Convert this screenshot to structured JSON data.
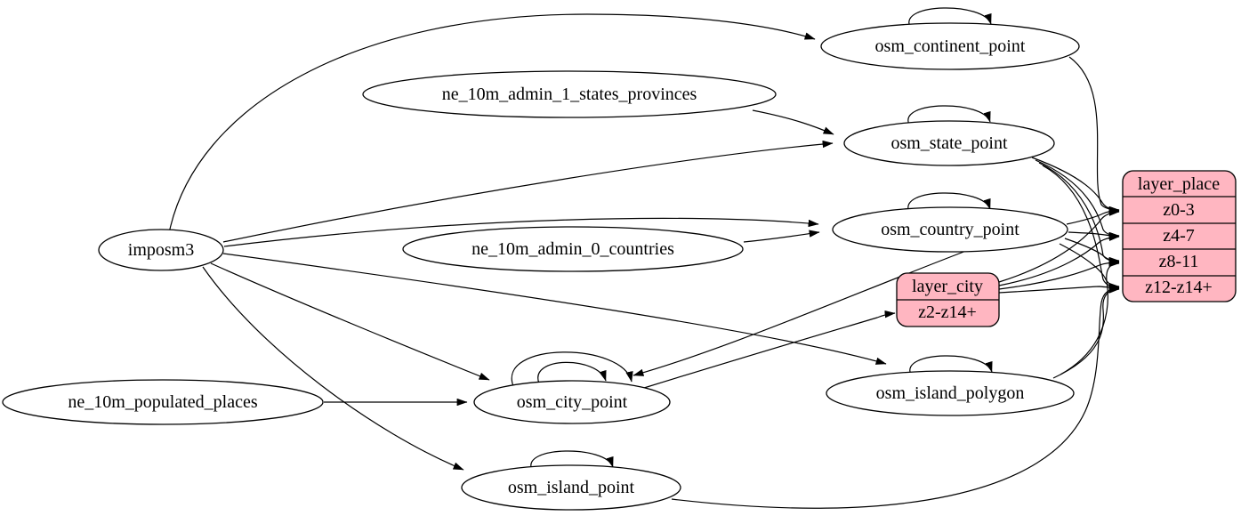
{
  "colors": {
    "background": "#ffffff",
    "node_fill": "#ffffff",
    "record_fill": "#ffb6c1",
    "stroke": "#000000"
  },
  "nodes": {
    "imposm3": {
      "label": "imposm3",
      "type": "source"
    },
    "ne_10m_admin_1_states_provinces": {
      "label": "ne_10m_admin_1_states_provinces",
      "type": "source"
    },
    "ne_10m_admin_0_countries": {
      "label": "ne_10m_admin_0_countries",
      "type": "source"
    },
    "ne_10m_populated_places": {
      "label": "ne_10m_populated_places",
      "type": "source"
    },
    "osm_continent_point": {
      "label": "osm_continent_point",
      "type": "table"
    },
    "osm_state_point": {
      "label": "osm_state_point",
      "type": "table"
    },
    "osm_country_point": {
      "label": "osm_country_point",
      "type": "table"
    },
    "osm_city_point": {
      "label": "osm_city_point",
      "type": "table"
    },
    "osm_island_polygon": {
      "label": "osm_island_polygon",
      "type": "table"
    },
    "osm_island_point": {
      "label": "osm_island_point",
      "type": "table"
    },
    "layer_city": {
      "label": "layer_city",
      "type": "record",
      "rows": [
        "z2-z14+"
      ]
    },
    "layer_place": {
      "label": "layer_place",
      "type": "record",
      "rows": [
        "z0-3",
        "z4-7",
        "z8-11",
        "z12-z14+"
      ]
    }
  },
  "edges": [
    {
      "from": "imposm3",
      "to": "osm_continent_point"
    },
    {
      "from": "imposm3",
      "to": "osm_state_point"
    },
    {
      "from": "imposm3",
      "to": "osm_country_point"
    },
    {
      "from": "imposm3",
      "to": "osm_city_point"
    },
    {
      "from": "imposm3",
      "to": "osm_island_polygon"
    },
    {
      "from": "imposm3",
      "to": "osm_island_point"
    },
    {
      "from": "ne_10m_admin_1_states_provinces",
      "to": "osm_state_point"
    },
    {
      "from": "ne_10m_admin_0_countries",
      "to": "osm_country_point"
    },
    {
      "from": "ne_10m_populated_places",
      "to": "osm_city_point"
    },
    {
      "from": "osm_country_point",
      "to": "osm_city_point"
    },
    {
      "from": "osm_continent_point",
      "to": "osm_continent_point",
      "self_loop": true
    },
    {
      "from": "osm_state_point",
      "to": "osm_state_point",
      "self_loop": true
    },
    {
      "from": "osm_country_point",
      "to": "osm_country_point",
      "self_loop": true
    },
    {
      "from": "osm_city_point",
      "to": "osm_city_point",
      "self_loop": true
    },
    {
      "from": "osm_city_point",
      "to": "osm_city_point",
      "self_loop": true
    },
    {
      "from": "osm_island_polygon",
      "to": "osm_island_polygon",
      "self_loop": true
    },
    {
      "from": "osm_island_point",
      "to": "osm_island_point",
      "self_loop": true
    },
    {
      "from": "osm_city_point",
      "to": "layer_city",
      "to_port": "z2-z14+"
    },
    {
      "from": "osm_continent_point",
      "to": "layer_place",
      "to_port": "z0-3"
    },
    {
      "from": "osm_state_point",
      "to": "layer_place",
      "to_port": "z0-3"
    },
    {
      "from": "osm_state_point",
      "to": "layer_place",
      "to_port": "z4-7"
    },
    {
      "from": "osm_state_point",
      "to": "layer_place",
      "to_port": "z8-11"
    },
    {
      "from": "osm_state_point",
      "to": "layer_place",
      "to_port": "z12-z14+"
    },
    {
      "from": "osm_country_point",
      "to": "layer_place",
      "to_port": "z0-3"
    },
    {
      "from": "osm_country_point",
      "to": "layer_place",
      "to_port": "z4-7"
    },
    {
      "from": "osm_country_point",
      "to": "layer_place",
      "to_port": "z8-11"
    },
    {
      "from": "osm_country_point",
      "to": "layer_place",
      "to_port": "z12-z14+"
    },
    {
      "from": "layer_city",
      "to": "layer_place",
      "to_port": "z0-3"
    },
    {
      "from": "layer_city",
      "to": "layer_place",
      "to_port": "z4-7"
    },
    {
      "from": "layer_city",
      "to": "layer_place",
      "to_port": "z8-11"
    },
    {
      "from": "layer_city",
      "to": "layer_place",
      "to_port": "z12-z14+"
    },
    {
      "from": "osm_island_polygon",
      "to": "layer_place",
      "to_port": "z8-11"
    },
    {
      "from": "osm_island_polygon",
      "to": "layer_place",
      "to_port": "z12-z14+"
    },
    {
      "from": "osm_island_point",
      "to": "layer_place",
      "to_port": "z12-z14+"
    }
  ]
}
